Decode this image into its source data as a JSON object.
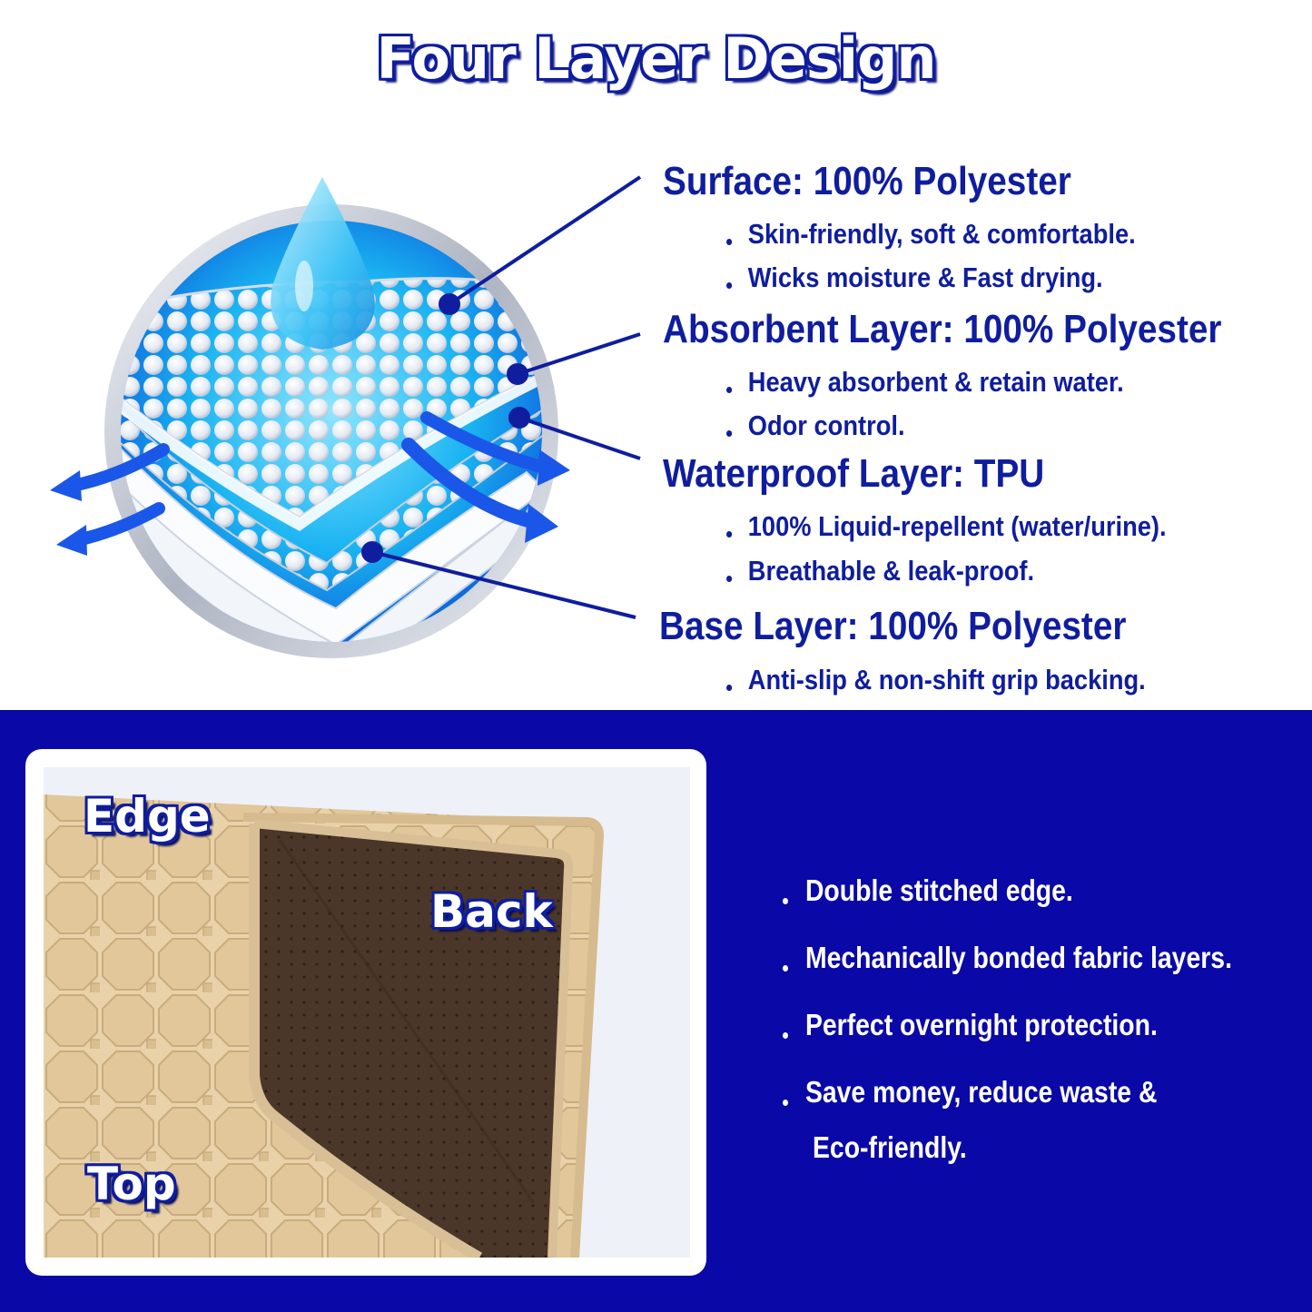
{
  "title": "Four Layer Design",
  "layers": [
    {
      "heading": "Surface: 100% Polyester",
      "bullets": [
        "Skin-friendly, soft & comfortable.",
        "Wicks moisture & Fast drying."
      ]
    },
    {
      "heading": "Absorbent  Layer: 100% Polyester",
      "bullets": [
        "Heavy absorbent & retain water.",
        "Odor control."
      ]
    },
    {
      "heading": "Waterproof  Layer: TPU",
      "bullets": [
        "100% Liquid-repellent (water/urine).",
        "Breathable & leak-proof."
      ]
    },
    {
      "heading": "Base Layer: 100% Polyester",
      "bullets": [
        "Anti-slip & non-shift grip backing."
      ]
    }
  ],
  "photo_labels": {
    "edge": "Edge",
    "back": "Back",
    "top": "Top"
  },
  "features": [
    "Double stitched edge.",
    "Mechanically bonded fabric layers.",
    "Perfect overnight protection.",
    "Save money, reduce waste &",
    "Eco-friendly."
  ],
  "colors": {
    "navy": "#0f1d9e",
    "band": "#0a08a6",
    "sky": "#14a8f0",
    "tan": "#e6cda4",
    "brown": "#4a3628"
  }
}
